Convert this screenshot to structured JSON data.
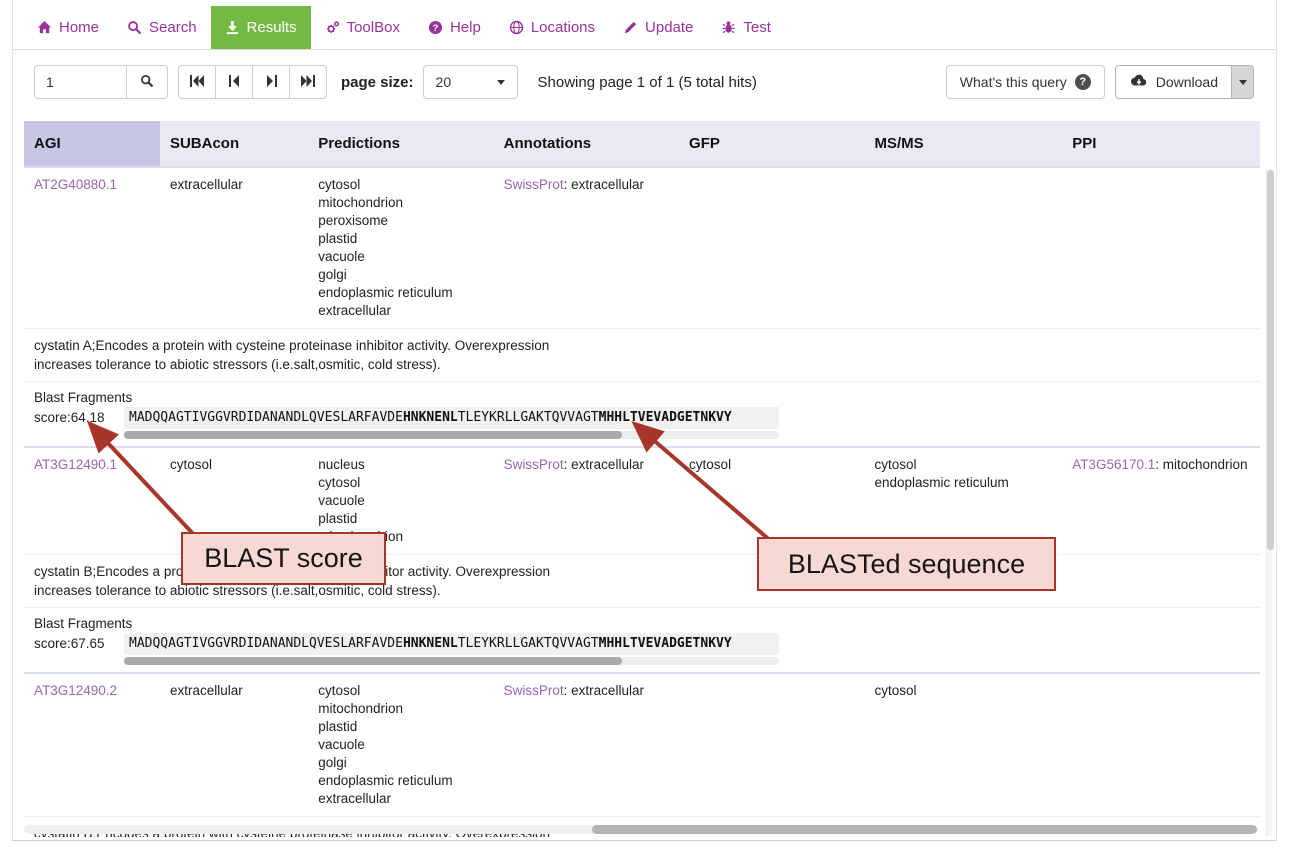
{
  "nav": {
    "items": [
      {
        "label": "Home",
        "icon": "home-icon",
        "active": false
      },
      {
        "label": "Search",
        "icon": "search-icon",
        "active": false
      },
      {
        "label": "Results",
        "icon": "download-results-icon",
        "active": true
      },
      {
        "label": "ToolBox",
        "icon": "gears-icon",
        "active": false
      },
      {
        "label": "Help",
        "icon": "help-circle-icon",
        "active": false
      },
      {
        "label": "Locations",
        "icon": "globe-icon",
        "active": false
      },
      {
        "label": "Update",
        "icon": "pencil-icon",
        "active": false
      },
      {
        "label": "Test",
        "icon": "bug-icon",
        "active": false
      }
    ]
  },
  "toolbar": {
    "page_input_value": "1",
    "search_icon": "search-icon",
    "pagination_icons": [
      "first-page-icon",
      "prev-page-icon",
      "next-page-icon",
      "last-page-icon"
    ],
    "page_size_label": "page size:",
    "page_size_value": "20",
    "showing_text": "Showing page 1 of 1 (5 total hits)",
    "whats_query_button": "What's this query",
    "whats_query_icon": "question-circle-icon",
    "download_button": "Download",
    "download_icon": "cloud-download-icon"
  },
  "table": {
    "headers": [
      "AGI",
      "SUBAcon",
      "Predictions",
      "Annotations",
      "GFP",
      "MS/MS",
      "PPI"
    ]
  },
  "rows": [
    {
      "agi": "AT2G40880.1",
      "subacon": "extracellular",
      "predictions": [
        "cytosol",
        "mitochondrion",
        "peroxisome",
        "plastid",
        "vacuole",
        "golgi",
        "endoplasmic reticulum",
        "extracellular"
      ],
      "annotation_source": "SwissProt",
      "annotation_value": ": extracellular",
      "gfp": "",
      "msms": [],
      "ppi_link": "",
      "ppi_value": "",
      "description": "cystatin A;Encodes a protein with cysteine proteinase inhibitor activity. Overexpression increases tolerance to abiotic stressors (i.e.salt,osmitic, cold stress).",
      "blast_label": "Blast Fragments",
      "blast_score": "score:64.18",
      "seq": {
        "a": "MADQQAGTIVGGVRDIDANANDLQVESLARFAVDE",
        "b": "HNKNENL",
        "c": "TLEYKRLLGAKTQVVAGT",
        "d": "MHHLTVEVADGETNKVY"
      }
    },
    {
      "agi": "AT3G12490.1",
      "subacon": "cytosol",
      "predictions": [
        "nucleus",
        "cytosol",
        "vacuole",
        "plastid",
        "mitochondrion"
      ],
      "annotation_source": "SwissProt",
      "annotation_value": ": extracellular",
      "gfp": "cytosol",
      "msms": [
        "cytosol",
        "endoplasmic reticulum"
      ],
      "ppi_link": "AT3G56170.1",
      "ppi_value": ": mitochondrion",
      "description": "cystatin B;Encodes a protein with cysteine proteinase inhibitor activity. Overexpression increases tolerance to abiotic stressors (i.e.salt,osmitic, cold stress).",
      "blast_label": "Blast Fragments",
      "blast_score": "score:67.65",
      "seq": {
        "a": "MADQQAGTIVGGVRDIDANANDLQVESLARFAVDE",
        "b": "HNKNENL",
        "c": "TLEYKRLLGAKTQVVAGT",
        "d": "MHHLTVEVADGETNKVY"
      }
    },
    {
      "agi": "AT3G12490.2",
      "subacon": "extracellular",
      "predictions": [
        "cytosol",
        "mitochondrion",
        "plastid",
        "vacuole",
        "golgi",
        "endoplasmic reticulum",
        "extracellular"
      ],
      "annotation_source": "SwissProt",
      "annotation_value": ": extracellular",
      "gfp": "",
      "msms": [
        "cytosol"
      ],
      "ppi_link": "",
      "ppi_value": "",
      "description": "cystatin B;Encodes a protein with cysteine proteinase inhibitor activity. Overexpression"
    }
  ],
  "callouts": {
    "blast_score": "BLAST score",
    "blasted_sequence": "BLASTed sequence"
  },
  "colors": {
    "nav_purple": "#993399",
    "active_tab_green": "#74b943",
    "header_bg": "#e9e9f3",
    "agi_header_bg": "#c6c6e6",
    "link_purple": "#9b63b0",
    "callout_bg": "#f8d8d2",
    "callout_border": "#a8352a"
  }
}
